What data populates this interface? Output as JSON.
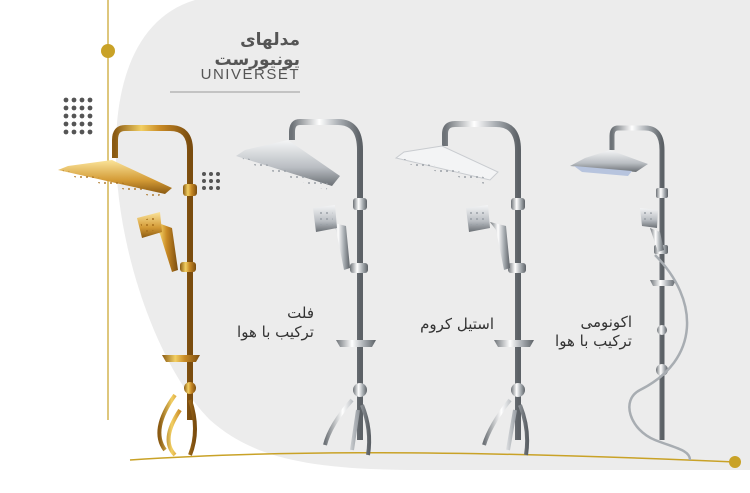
{
  "header": {
    "title_fa": "مدلهای یونیورست",
    "title_en": "UNIVERSET"
  },
  "products": [
    {
      "label_line1": "فلت",
      "label_line2": "ترکیب با هوا"
    },
    {
      "label_line1": "استیل کروم"
    },
    {
      "label_line1": "اکونومی",
      "label_line2": "ترکیب با هوا"
    }
  ],
  "colors": {
    "background_panel": "#ececec",
    "gold_accent": "#c9a227",
    "chrome": "#c9ccd0",
    "text": "#333333"
  }
}
